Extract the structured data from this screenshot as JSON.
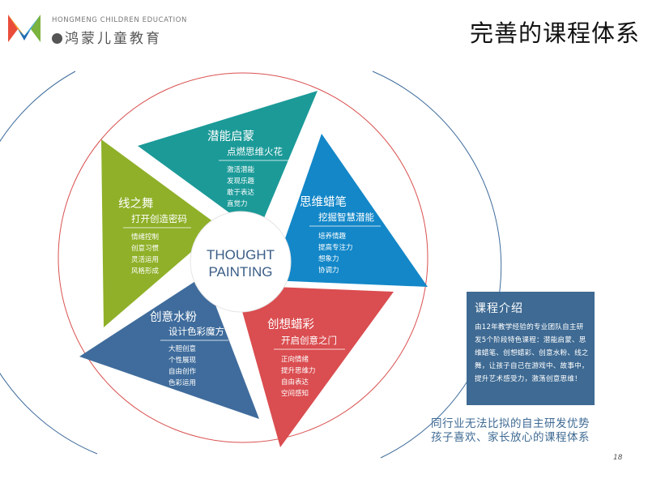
{
  "header": {
    "brand_en": "HONGMENG CHILDREN EDUCATION",
    "brand_cn": "鸿蒙儿童教育",
    "title": "完善的课程体系"
  },
  "center": {
    "line1": "THOUGHT",
    "line2": "PAINTING"
  },
  "petals": [
    {
      "title": "潜能启蒙",
      "subtitle": "点燃思维火花",
      "items": [
        "激活潜能",
        "发现乐趣",
        "敢于表达",
        "直觉力"
      ],
      "color": "#1b9a98"
    },
    {
      "title": "思维蜡笔",
      "subtitle": "挖掘智慧潜能",
      "items": [
        "培养情趣",
        "提高专注力",
        "想象力",
        "协调力"
      ],
      "color": "#1387c8"
    },
    {
      "title": "创想蜡彩",
      "subtitle": "开启创意之门",
      "items": [
        "正向情绪",
        "提升思维力",
        "自由表达",
        "空间感知"
      ],
      "color": "#da4d50"
    },
    {
      "title": "创意水粉",
      "subtitle": "设计色彩魔方",
      "items": [
        "大胆创意",
        "个性展现",
        "自由创作",
        "色彩运用"
      ],
      "color": "#3f6c9c"
    },
    {
      "title": "线之舞",
      "subtitle": "打开创造密码",
      "items": [
        "情绪控制",
        "创意习惯",
        "灵活运用",
        "风格形成"
      ],
      "color": "#8fb028"
    }
  ],
  "info": {
    "title": "课程介绍",
    "body": "由12年教学经验的专业团队自主研发5个阶段特色课程：潜能启蒙、思维蜡笔、创想蜡彩、创意水粉、线之舞，让孩子自己在游戏中、故事中，提升艺术感受力，激荡创意思维！"
  },
  "slogan": {
    "line1": "同行业无法比拟的自主研发优势",
    "line2": "孩子喜欢、家长放心的课程体系"
  },
  "page_number": "18"
}
